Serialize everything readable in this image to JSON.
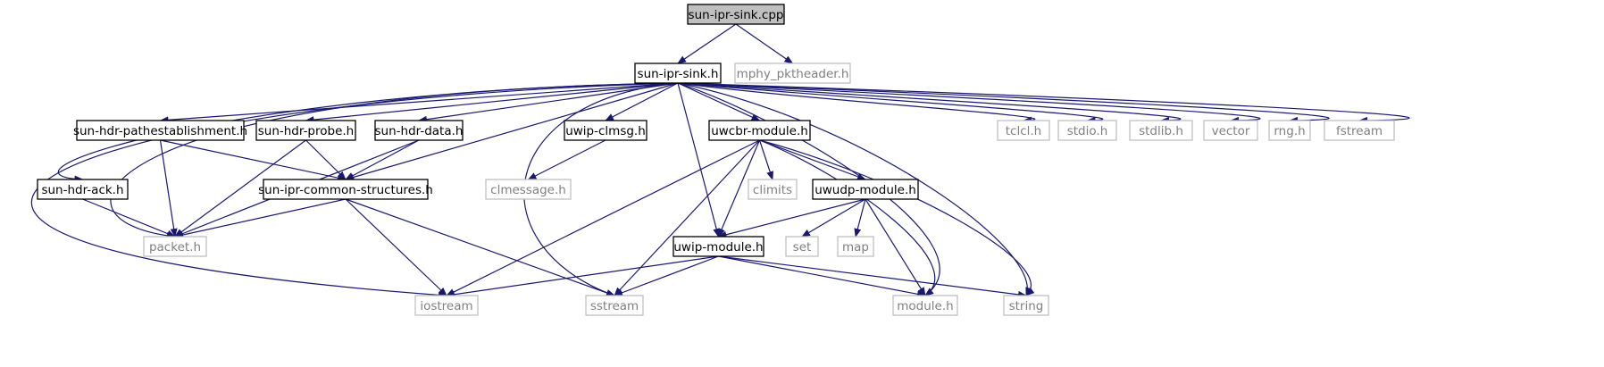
{
  "diagram": {
    "nodes": [
      {
        "id": "root",
        "label": "sun-ipr-sink.cpp",
        "style": "root"
      },
      {
        "id": "sink_h",
        "label": "sun-ipr-sink.h",
        "style": "documented"
      },
      {
        "id": "mphy",
        "label": "mphy_pktheader.h",
        "style": "external"
      },
      {
        "id": "pathest",
        "label": "sun-hdr-pathestablishment.h",
        "style": "documented"
      },
      {
        "id": "probe",
        "label": "sun-hdr-probe.h",
        "style": "documented"
      },
      {
        "id": "data",
        "label": "sun-hdr-data.h",
        "style": "documented"
      },
      {
        "id": "clmsg",
        "label": "uwip-clmsg.h",
        "style": "documented"
      },
      {
        "id": "uwcbr",
        "label": "uwcbr-module.h",
        "style": "documented"
      },
      {
        "id": "tclcl",
        "label": "tclcl.h",
        "style": "external"
      },
      {
        "id": "stdio",
        "label": "stdio.h",
        "style": "external"
      },
      {
        "id": "stdlib",
        "label": "stdlib.h",
        "style": "external"
      },
      {
        "id": "vector",
        "label": "vector",
        "style": "external"
      },
      {
        "id": "rng",
        "label": "rng.h",
        "style": "external"
      },
      {
        "id": "fstream",
        "label": "fstream",
        "style": "external"
      },
      {
        "id": "ack",
        "label": "sun-hdr-ack.h",
        "style": "documented"
      },
      {
        "id": "common",
        "label": "sun-ipr-common-structures.h",
        "style": "documented"
      },
      {
        "id": "clmessage",
        "label": "clmessage.h",
        "style": "external"
      },
      {
        "id": "climits",
        "label": "climits",
        "style": "external"
      },
      {
        "id": "uwudp",
        "label": "uwudp-module.h",
        "style": "documented"
      },
      {
        "id": "packet",
        "label": "packet.h",
        "style": "external"
      },
      {
        "id": "uwip",
        "label": "uwip-module.h",
        "style": "documented"
      },
      {
        "id": "set",
        "label": "set",
        "style": "external"
      },
      {
        "id": "map",
        "label": "map",
        "style": "external"
      },
      {
        "id": "iostream",
        "label": "iostream",
        "style": "external"
      },
      {
        "id": "sstream",
        "label": "sstream",
        "style": "external"
      },
      {
        "id": "module",
        "label": "module.h",
        "style": "external"
      },
      {
        "id": "string",
        "label": "string",
        "style": "external"
      }
    ],
    "edges": [
      [
        "root",
        "sink_h"
      ],
      [
        "root",
        "mphy"
      ],
      [
        "sink_h",
        "pathest"
      ],
      [
        "sink_h",
        "probe"
      ],
      [
        "sink_h",
        "data"
      ],
      [
        "sink_h",
        "clmsg"
      ],
      [
        "sink_h",
        "uwcbr"
      ],
      [
        "sink_h",
        "tclcl"
      ],
      [
        "sink_h",
        "stdio"
      ],
      [
        "sink_h",
        "stdlib"
      ],
      [
        "sink_h",
        "vector"
      ],
      [
        "sink_h",
        "rng"
      ],
      [
        "sink_h",
        "fstream"
      ],
      [
        "sink_h",
        "ack"
      ],
      [
        "sink_h",
        "common"
      ],
      [
        "sink_h",
        "packet"
      ],
      [
        "sink_h",
        "iostream"
      ],
      [
        "sink_h",
        "uwip"
      ],
      [
        "sink_h",
        "sstream"
      ],
      [
        "sink_h",
        "module"
      ],
      [
        "sink_h",
        "string"
      ],
      [
        "pathest",
        "packet"
      ],
      [
        "pathest",
        "common"
      ],
      [
        "probe",
        "packet"
      ],
      [
        "probe",
        "common"
      ],
      [
        "data",
        "packet"
      ],
      [
        "data",
        "common"
      ],
      [
        "ack",
        "packet"
      ],
      [
        "common",
        "packet"
      ],
      [
        "common",
        "iostream"
      ],
      [
        "common",
        "sstream"
      ],
      [
        "clmsg",
        "clmessage"
      ],
      [
        "uwcbr",
        "climits"
      ],
      [
        "uwcbr",
        "uwudp"
      ],
      [
        "uwcbr",
        "uwip"
      ],
      [
        "uwcbr",
        "iostream"
      ],
      [
        "uwcbr",
        "sstream"
      ],
      [
        "uwcbr",
        "module"
      ],
      [
        "uwcbr",
        "string"
      ],
      [
        "uwudp",
        "uwip"
      ],
      [
        "uwudp",
        "set"
      ],
      [
        "uwudp",
        "map"
      ],
      [
        "uwudp",
        "module"
      ],
      [
        "uwip",
        "iostream"
      ],
      [
        "uwip",
        "sstream"
      ],
      [
        "uwip",
        "module"
      ],
      [
        "uwip",
        "string"
      ]
    ],
    "colors": {
      "edge": "#191970",
      "root_fill": "#bfbfbf",
      "documented_border": "#000000",
      "external_border": "#bfbfbf",
      "documented_text": "#000000",
      "external_text": "#808080"
    }
  }
}
